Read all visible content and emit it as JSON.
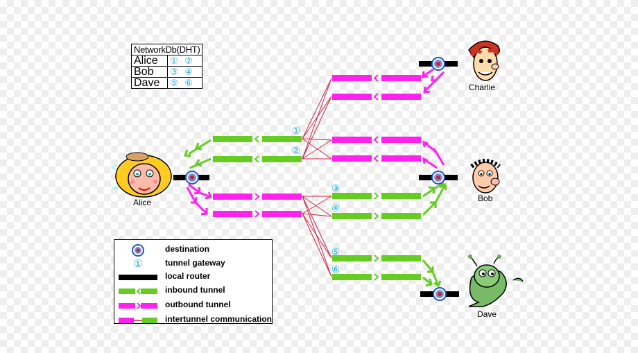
{
  "network_db": {
    "title": "NetworkDb(DHT)",
    "rows": [
      {
        "name": "Alice",
        "ids": "① ②"
      },
      {
        "name": "Bob",
        "ids": "③ ④"
      },
      {
        "name": "Dave",
        "ids": "⑤ ⑥"
      }
    ]
  },
  "people": {
    "alice": "Alice",
    "bob": "Bob",
    "charlie": "Charlie",
    "dave": "Dave"
  },
  "gateways": [
    "①",
    "②",
    "③",
    "④",
    "⑤",
    "⑥"
  ],
  "legend": {
    "destination": "destination",
    "gateway_symbol": "①",
    "tunnel_gateway": "tunnel gateway",
    "local_router": "local router",
    "inbound_tunnel": "inbound tunnel",
    "outbound_tunnel": "outbound tunnel",
    "intertunnel": "intertunnel communication"
  },
  "colors": {
    "inbound": "#66cc22",
    "outbound": "#ff22ee",
    "router": "#000000",
    "gateway": "#20a8d8",
    "link": "#cc2244",
    "destination_ring": "#2255cc",
    "destination_core": "#cc2222"
  }
}
